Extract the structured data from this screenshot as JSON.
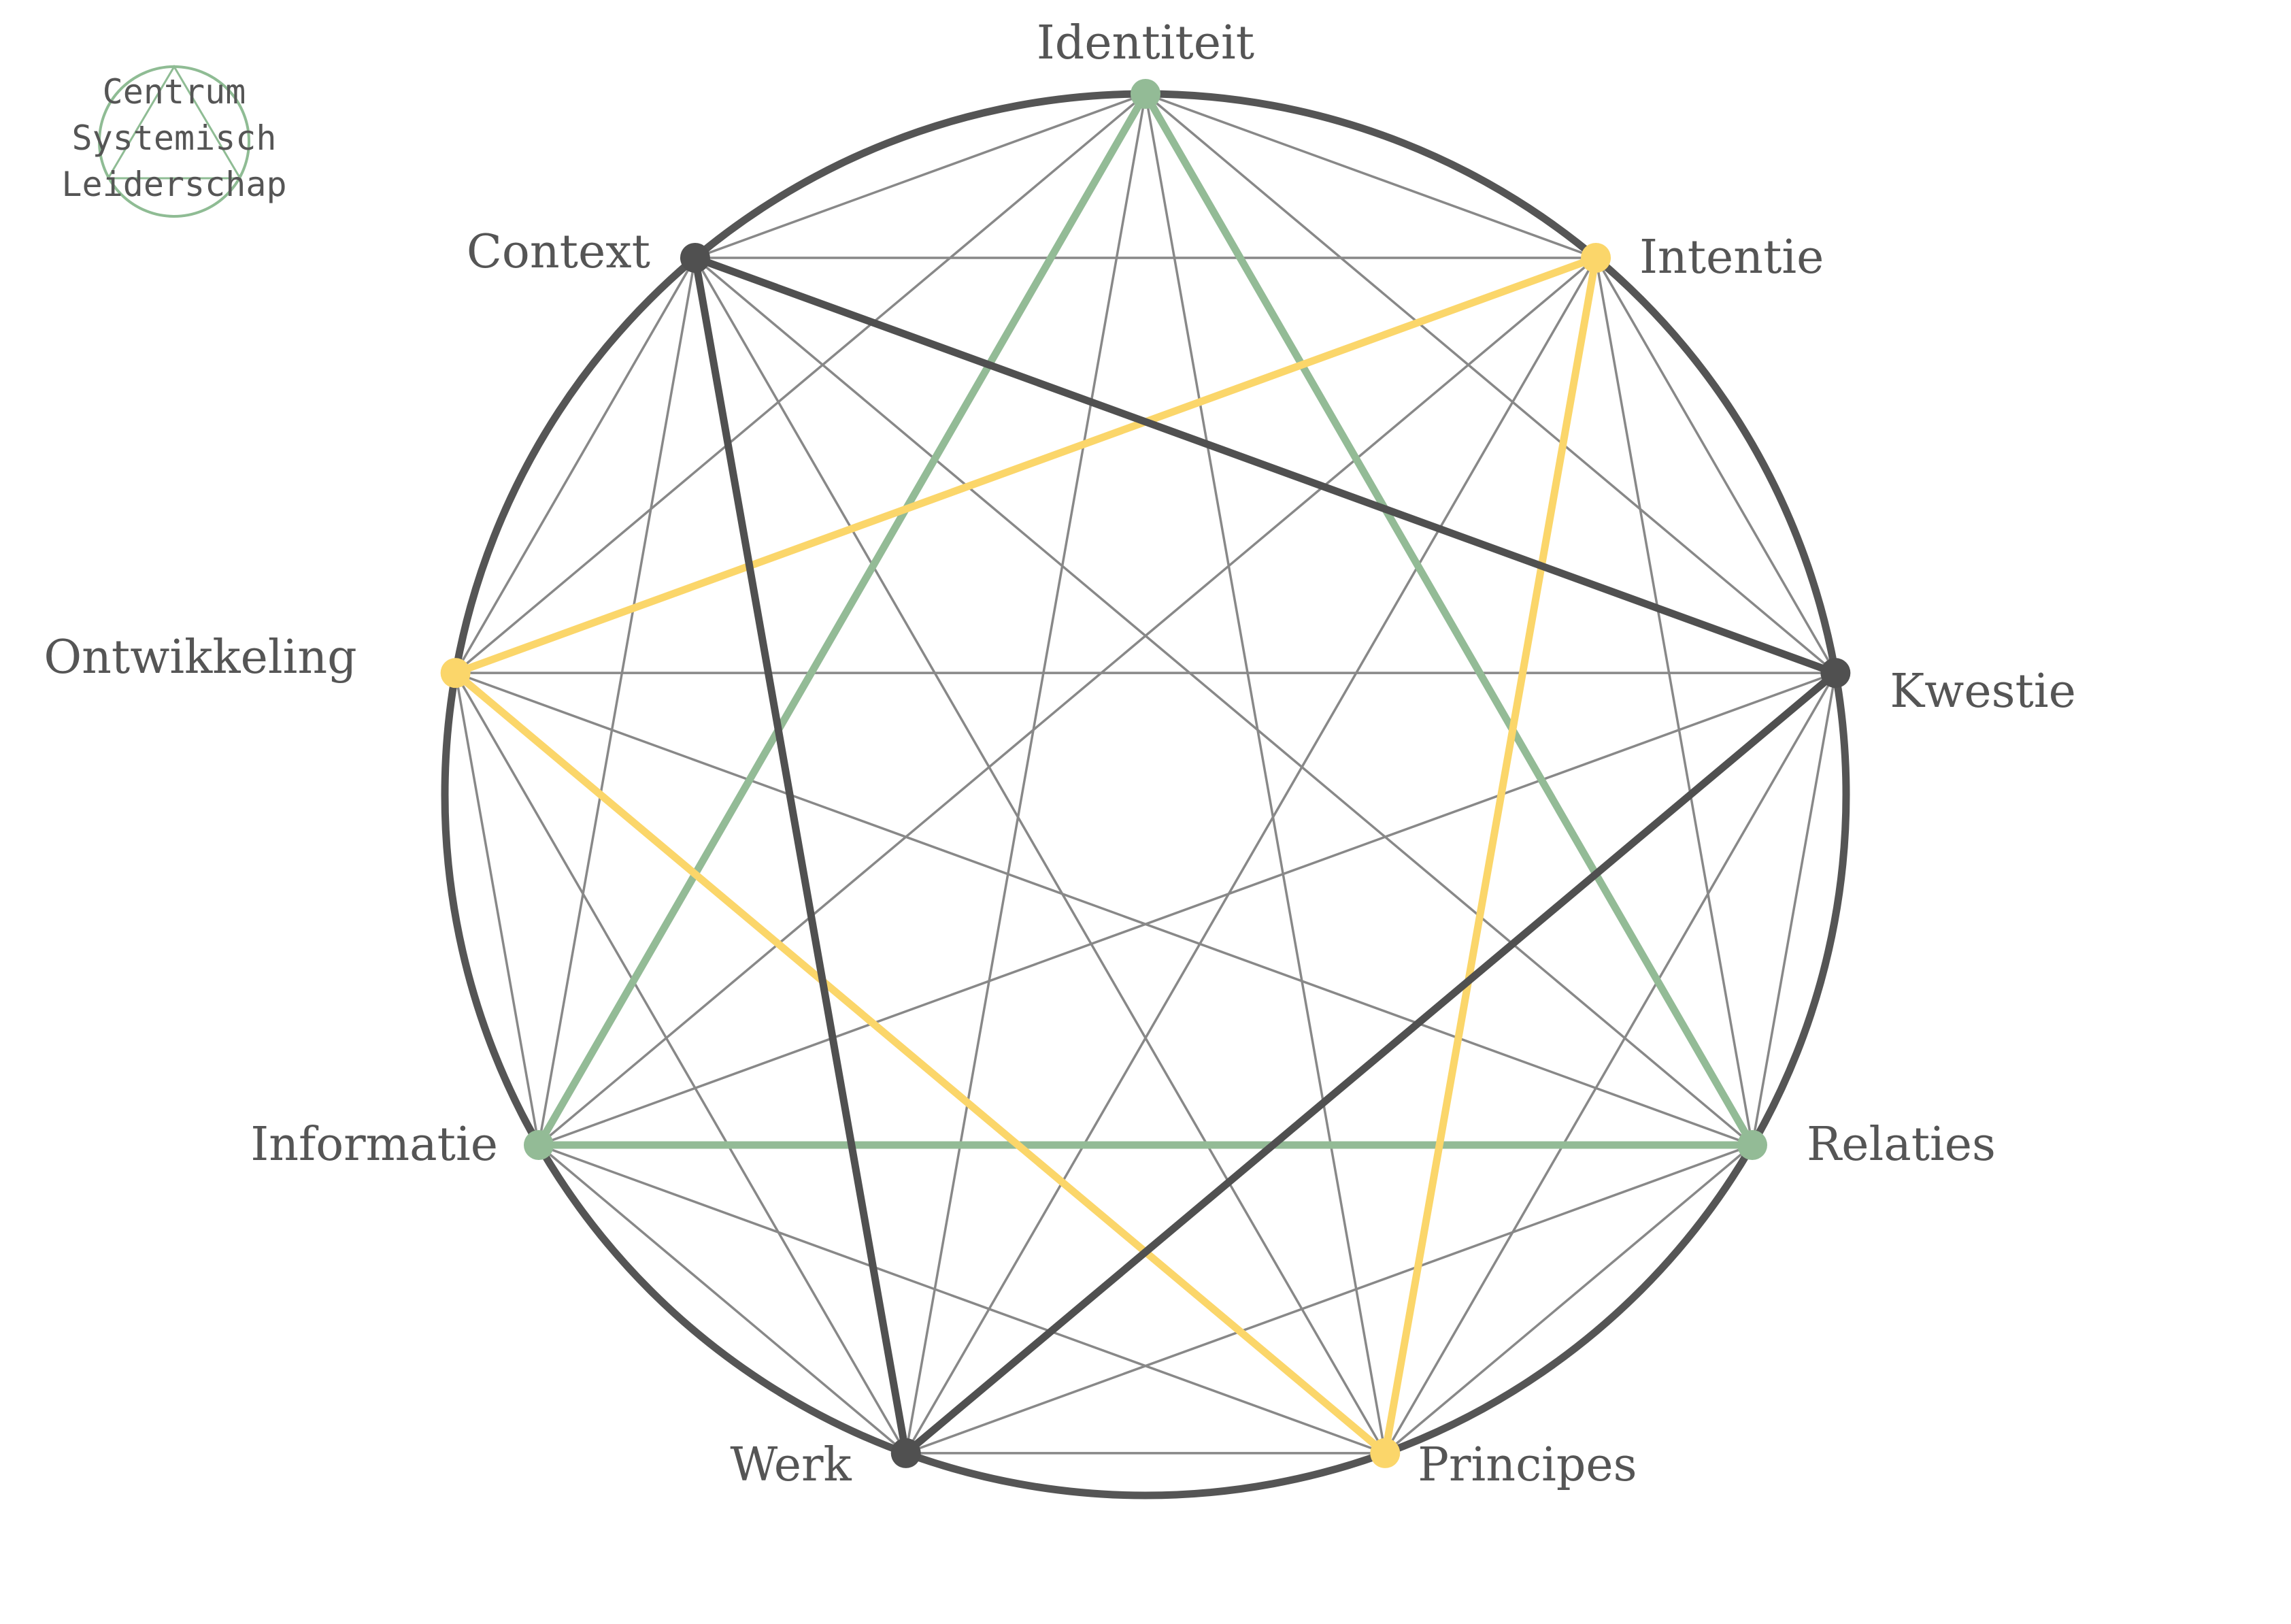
{
  "logo": {
    "lines": [
      "Centrum",
      "Systemisch",
      "Leiderschap"
    ],
    "color": "#8fbc94"
  },
  "colors": {
    "circle": "#555555",
    "thin_line": "#888888",
    "label": "#555555",
    "green": "#93bb96",
    "yellow": "#fbd66a",
    "dark": "#505050"
  },
  "nodes": [
    {
      "id": "identiteit",
      "label": "Identiteit",
      "group": "green"
    },
    {
      "id": "intentie",
      "label": "Intentie",
      "group": "yellow"
    },
    {
      "id": "kwestie",
      "label": "Kwestie",
      "group": "dark"
    },
    {
      "id": "relaties",
      "label": "Relaties",
      "group": "green"
    },
    {
      "id": "principes",
      "label": "Principes",
      "group": "yellow"
    },
    {
      "id": "werk",
      "label": "Werk",
      "group": "dark"
    },
    {
      "id": "informatie",
      "label": "Informatie",
      "group": "green"
    },
    {
      "id": "ontwikkeling",
      "label": "Ontwikkeling",
      "group": "yellow"
    },
    {
      "id": "context",
      "label": "Context",
      "group": "dark"
    }
  ],
  "triangles": [
    {
      "group": "green",
      "nodes": [
        "identiteit",
        "relaties",
        "informatie"
      ]
    },
    {
      "group": "yellow",
      "nodes": [
        "intentie",
        "principes",
        "ontwikkeling"
      ]
    },
    {
      "group": "dark",
      "nodes": [
        "kwestie",
        "werk",
        "context"
      ]
    }
  ]
}
